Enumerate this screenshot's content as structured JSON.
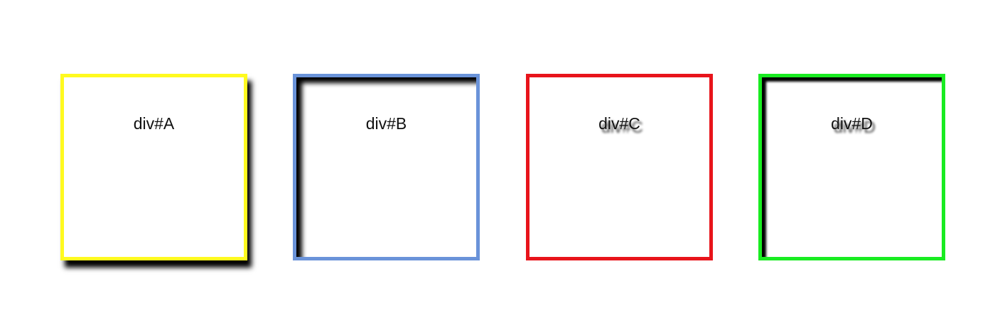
{
  "boxes": [
    {
      "id": "A",
      "label": "div#A",
      "border_color": "#fffa1f"
    },
    {
      "id": "B",
      "label": "div#B",
      "border_color": "#6a93d9"
    },
    {
      "id": "C",
      "label": "div#C",
      "border_color": "#e8141b"
    },
    {
      "id": "D",
      "label": "div#D",
      "border_color": "#19ec21"
    }
  ]
}
